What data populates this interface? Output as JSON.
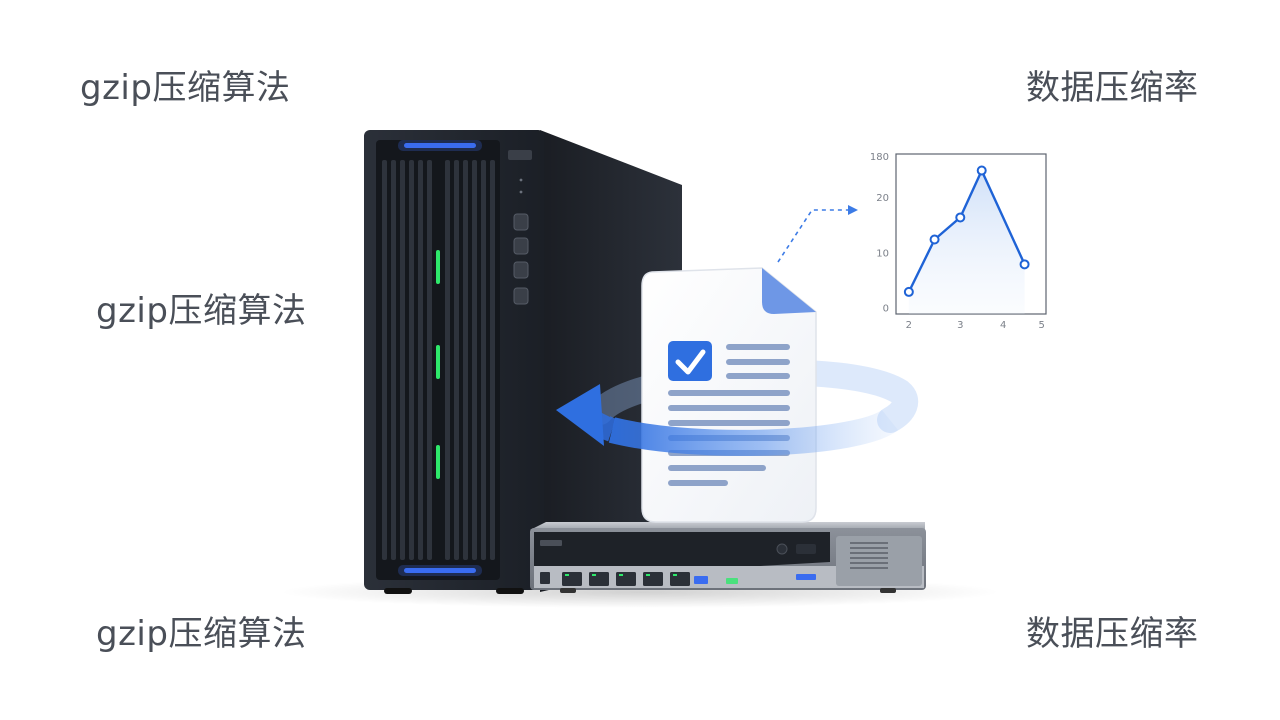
{
  "captions": {
    "top_left": "gzip压缩算法",
    "top_right": "数据压缩率",
    "middle_left": "gzip压缩算法",
    "bottom_left": "gzip压缩算法",
    "bottom_right": "数据压缩率"
  },
  "chart_data": {
    "type": "line",
    "x": [
      2,
      2.6,
      3.2,
      3.7,
      4.7
    ],
    "values": [
      3,
      12.5,
      16.5,
      25,
      8
    ],
    "xticks": [
      "2",
      "3",
      "4",
      "5"
    ],
    "yticks": [
      "0",
      "10",
      "20",
      "180"
    ],
    "xlim": [
      1.7,
      5.2
    ],
    "ylim": [
      -1,
      28
    ],
    "grid": false,
    "line_color": "#1f63d6"
  },
  "colors": {
    "server_body": "#23272f",
    "server_led": "#3a6cf0",
    "disk_led": "#2ee86b",
    "switch_body": "#8a8f99",
    "document_accent": "#2f6fe0",
    "arrow": "#3c7be6",
    "caption_text": "#4a4f58"
  },
  "icons": {
    "document": "document-check-icon",
    "server": "tower-server-icon",
    "switch": "network-switch-icon",
    "arrow": "circular-arrow-icon"
  }
}
